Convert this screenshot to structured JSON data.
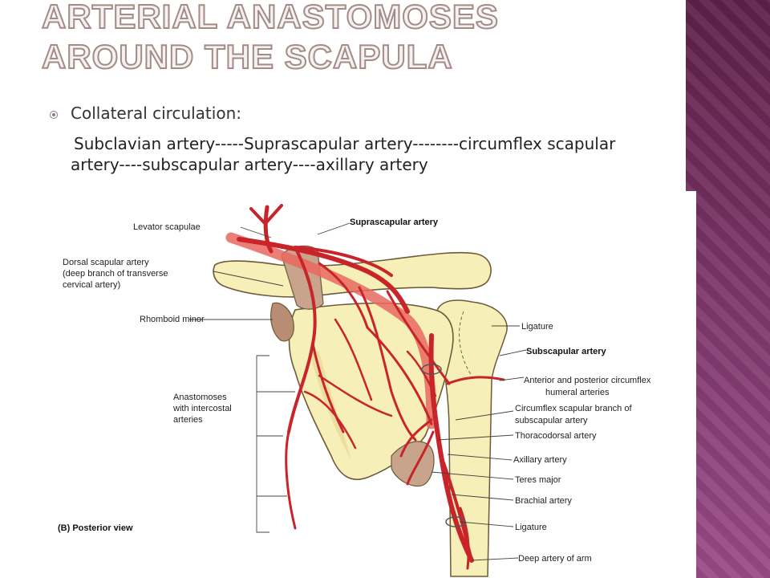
{
  "slide": {
    "title": "Arterial anastomoses around the scapula",
    "bullet": "Collateral circulation:",
    "pathway": "Subclavian artery-----Suprascapular artery--------circumflex scapular artery----subscapular artery----axillary artery"
  },
  "figure": {
    "labels": {
      "levator_scapulae": "Levator scapulae",
      "suprascapular_artery": "Suprascapular artery",
      "dorsal_scapular_1": "Dorsal scapular artery",
      "dorsal_scapular_2": "(deep branch of transverse",
      "dorsal_scapular_3": "cervical artery)",
      "rhomboid_minor": "Rhomboid minor",
      "ligature_top": "Ligature",
      "subscapular_artery": "Subscapular artery",
      "circumflex_humeral_1": "Anterior and posterior circumflex",
      "circumflex_humeral_2": "humeral arteries",
      "anastomoses_1": "Anastomoses",
      "anastomoses_2": "with intercostal",
      "anastomoses_3": "arteries",
      "circumflex_scapular_1": "Circumflex scapular branch of",
      "circumflex_scapular_2": "subscapular artery",
      "thoracodorsal": "Thoracodorsal artery",
      "axillary": "Axillary artery",
      "teres_major": "Teres major",
      "brachial": "Brachial artery",
      "ligature_bottom": "Ligature",
      "deep_artery": "Deep artery of arm",
      "view": "(B) Posterior view"
    },
    "colors": {
      "bone": "#f6efb8",
      "bone_outline": "#6d5a3a",
      "artery": "#c8242a",
      "artery_light": "#e8685f",
      "muscle": "#c9a48c"
    }
  }
}
